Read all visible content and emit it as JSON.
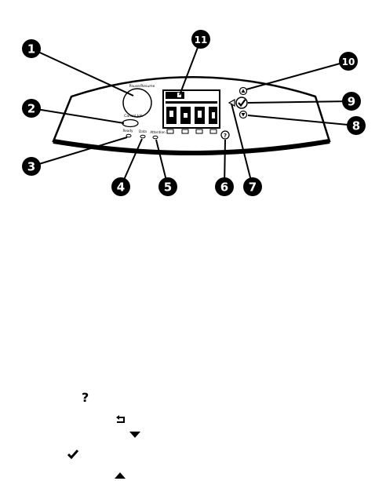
{
  "panel": {
    "button_labels": {
      "pause_resume": "Pause/Resume",
      "cancel_job": "Cancel Job"
    },
    "light_labels": {
      "ready": "Ready",
      "data": "Data",
      "attention": "Attention"
    },
    "help_symbol": "?"
  },
  "callouts": [
    "1",
    "2",
    "3",
    "4",
    "5",
    "6",
    "7",
    "8",
    "9",
    "10",
    "11"
  ],
  "colors": {
    "ink": "#000000",
    "paper": "#ffffff"
  },
  "icons": {
    "pause_resume_button": "circle-button",
    "cancel_job_button": "oval-button",
    "select": "checkmark-icon",
    "up": "up-arrow-icon",
    "down": "down-arrow-icon",
    "back": "back-arrow-icon",
    "help": "question-mark-icon"
  }
}
